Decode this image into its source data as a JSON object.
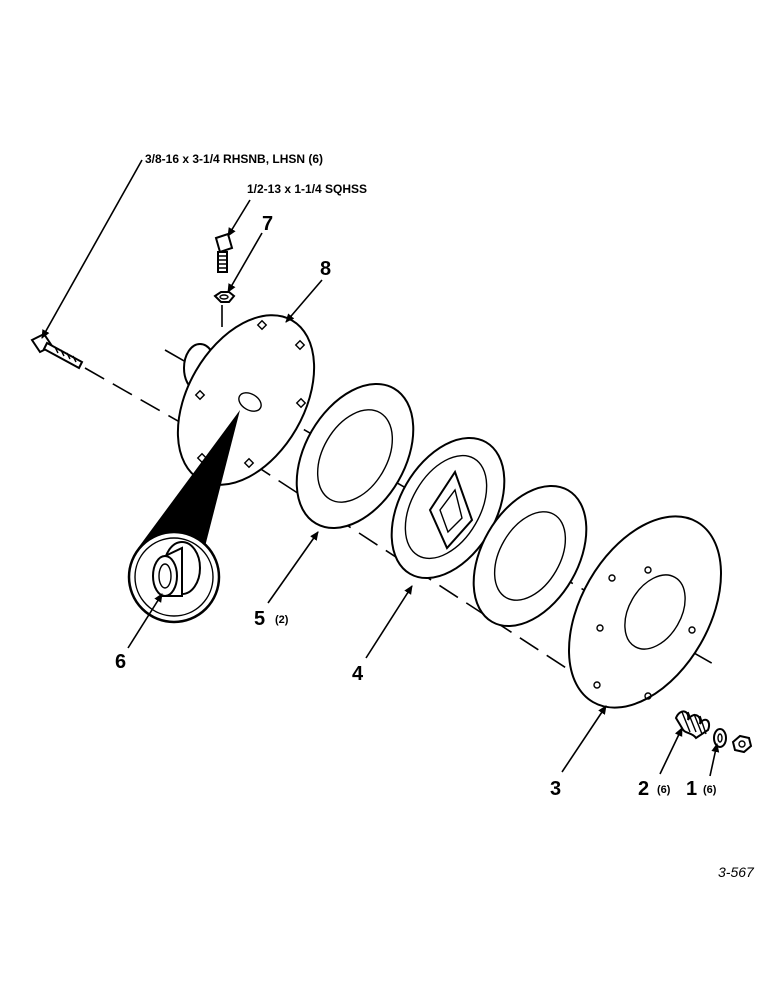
{
  "hardware": {
    "bolt_spec": "3/8-16 x 3-1/4 RHSNB, LHSN (6)",
    "setscrew_spec": "1/2-13 x 1-1/4 SQHSS"
  },
  "callouts": {
    "item_1": "1",
    "item_1_qty": "(6)",
    "item_2": "2",
    "item_2_qty": "(6)",
    "item_3": "3",
    "item_4": "4",
    "item_5": "5",
    "item_5_qty": "(2)",
    "item_6": "6",
    "item_7": "7",
    "item_8": "8"
  },
  "figure_number": "3-567"
}
